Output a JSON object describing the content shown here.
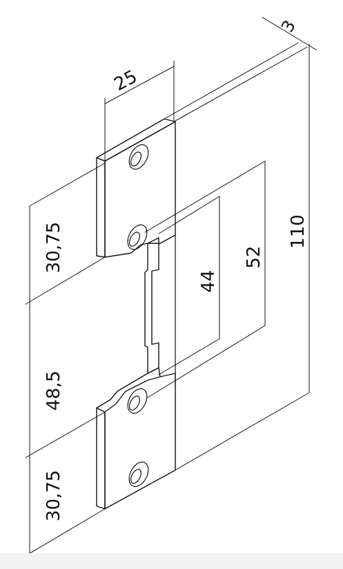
{
  "diagram": {
    "dimensions": {
      "thickness": "3",
      "width": "25",
      "total_length": "110",
      "outer_hole_spacing": "52",
      "cutout_length": "44",
      "top_segment": "30,75",
      "middle_segment": "48,5",
      "bottom_segment": "30,75"
    },
    "colors": {
      "line": "#111111",
      "background": "#ffffff",
      "footer": "#f2f2f2"
    }
  }
}
